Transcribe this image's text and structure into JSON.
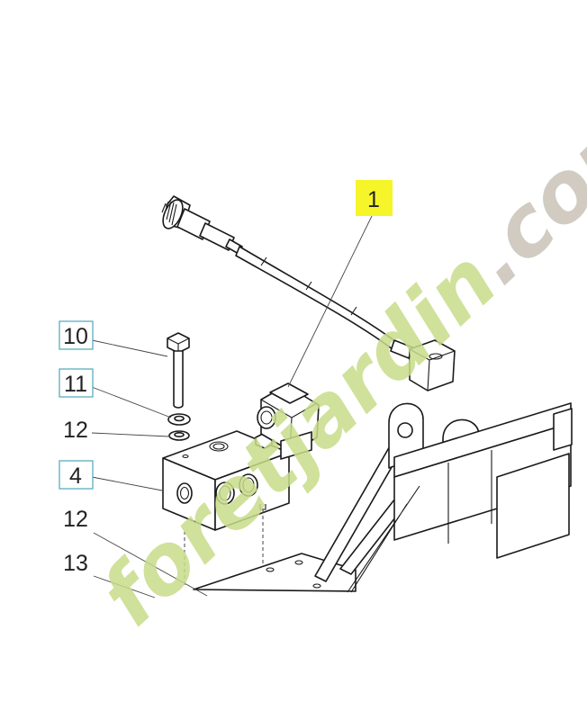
{
  "callouts": [
    {
      "id": "1",
      "label": "1",
      "highlight": "yellow"
    },
    {
      "id": "10",
      "label": "10",
      "boxed": true
    },
    {
      "id": "11",
      "label": "11",
      "boxed": true
    },
    {
      "id": "12a",
      "label": "12",
      "boxed": false
    },
    {
      "id": "4",
      "label": "4",
      "boxed": true
    },
    {
      "id": "12b",
      "label": "12",
      "boxed": false
    },
    {
      "id": "13",
      "label": "13",
      "boxed": false
    }
  ],
  "watermark": {
    "text_main": "foretjardin",
    "text_dot": ".com",
    "colors": {
      "green": "#c8dc8a",
      "orange": "#f2b870",
      "gray": "#c9c2b8"
    }
  },
  "colors": {
    "highlight": "#f5f52a",
    "box_border": "#5aaec0",
    "line": "#1a1a1a"
  }
}
